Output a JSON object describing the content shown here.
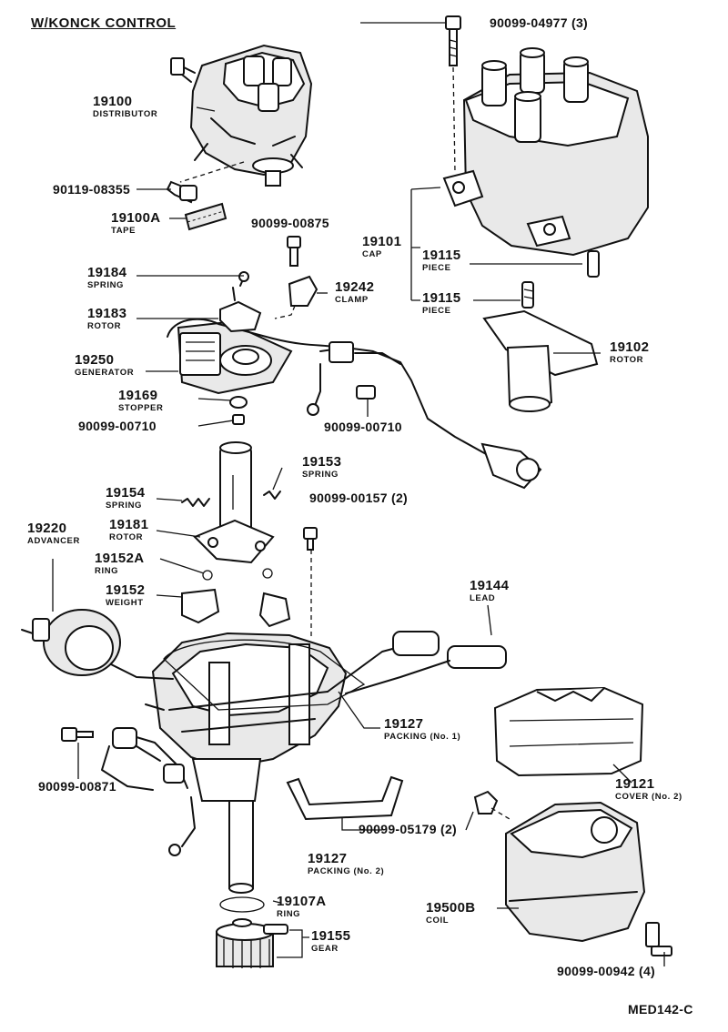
{
  "title": "W/KONCK CONTROL",
  "drawing_code": "MED142-C",
  "parts": [
    {
      "id": "p19100",
      "number": "19100",
      "name": "DISTRIBUTOR"
    },
    {
      "id": "p9011908355",
      "number": "90119-08355",
      "name": ""
    },
    {
      "id": "p19100a",
      "number": "19100A",
      "name": "TAPE"
    },
    {
      "id": "p9009900875",
      "number": "90099-00875",
      "name": ""
    },
    {
      "id": "p9009904977",
      "number": "90099-04977 (3)",
      "name": ""
    },
    {
      "id": "p19101",
      "number": "19101",
      "name": "CAP"
    },
    {
      "id": "p19115a",
      "number": "19115",
      "name": "PIECE"
    },
    {
      "id": "p19115b",
      "number": "19115",
      "name": "PIECE"
    },
    {
      "id": "p19184",
      "number": "19184",
      "name": "SPRING"
    },
    {
      "id": "p19242",
      "number": "19242",
      "name": "CLAMP"
    },
    {
      "id": "p19183",
      "number": "19183",
      "name": "ROTOR"
    },
    {
      "id": "p19102",
      "number": "19102",
      "name": "ROTOR"
    },
    {
      "id": "p19250",
      "number": "19250",
      "name": "GENERATOR"
    },
    {
      "id": "p19169",
      "number": "19169",
      "name": "STOPPER"
    },
    {
      "id": "p9009900710a",
      "number": "90099-00710",
      "name": ""
    },
    {
      "id": "p9009900710b",
      "number": "90099-00710",
      "name": ""
    },
    {
      "id": "p19153",
      "number": "19153",
      "name": "SPRING"
    },
    {
      "id": "p19154",
      "number": "19154",
      "name": "SPRING"
    },
    {
      "id": "p9009900157",
      "number": "90099-00157 (2)",
      "name": ""
    },
    {
      "id": "p19220",
      "number": "19220",
      "name": "ADVANCER"
    },
    {
      "id": "p19181",
      "number": "19181",
      "name": "ROTOR"
    },
    {
      "id": "p19152a",
      "number": "19152A",
      "name": "RING"
    },
    {
      "id": "p19152",
      "number": "19152",
      "name": "WEIGHT"
    },
    {
      "id": "p19144",
      "number": "19144",
      "name": "LEAD"
    },
    {
      "id": "p19127a",
      "number": "19127",
      "name": "PACKING (No. 1)"
    },
    {
      "id": "p19121",
      "number": "19121",
      "name": "COVER (No. 2)"
    },
    {
      "id": "p9009900871",
      "number": "90099-00871",
      "name": ""
    },
    {
      "id": "p9009905179",
      "number": "90099-05179 (2)",
      "name": ""
    },
    {
      "id": "p19127b",
      "number": "19127",
      "name": "PACKING (No. 2)"
    },
    {
      "id": "p19107a",
      "number": "19107A",
      "name": "RING"
    },
    {
      "id": "p19500b",
      "number": "19500B",
      "name": "COIL"
    },
    {
      "id": "p19155",
      "number": "19155",
      "name": "GEAR"
    },
    {
      "id": "p9009900942",
      "number": "90099-00942 (4)",
      "name": ""
    }
  ]
}
